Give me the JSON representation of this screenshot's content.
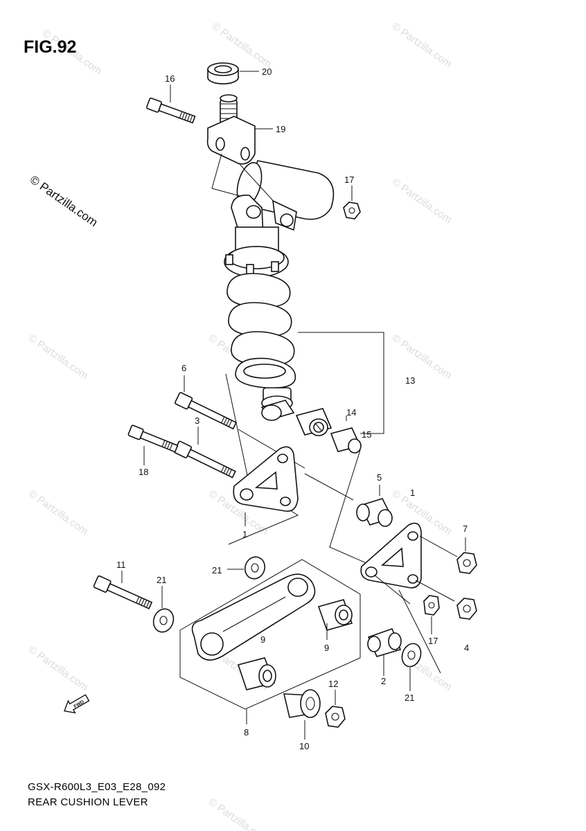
{
  "figure": {
    "title": "FIG.92",
    "code": "GSX-R600L3_E03_E28_092",
    "name": "REAR CUSHION LEVER"
  },
  "watermark": {
    "text": "© Partzilla.com"
  },
  "fwd_arrow": {
    "label": "FWD"
  },
  "callouts": {
    "c1a": "1",
    "c1b": "1",
    "c2": "2",
    "c3": "3",
    "c4": "4",
    "c5": "5",
    "c6": "6",
    "c7": "7",
    "c8": "8",
    "c9a": "9",
    "c9b": "9",
    "c10": "10",
    "c11": "11",
    "c12": "12",
    "c13": "13",
    "c14": "14",
    "c15": "15",
    "c16": "16",
    "c17a": "17",
    "c17b": "17",
    "c18": "18",
    "c19": "19",
    "c20": "20",
    "c21a": "21",
    "c21b": "21",
    "c21c": "21"
  }
}
